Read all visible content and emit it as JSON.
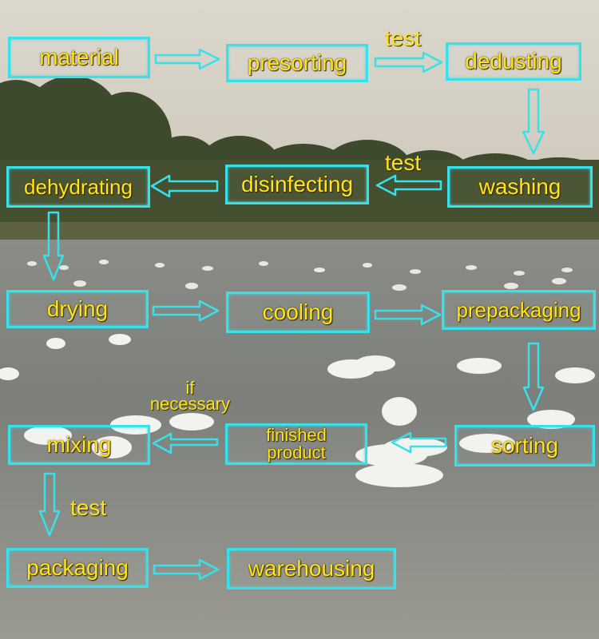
{
  "steps": {
    "material": "material",
    "presorting": "presorting",
    "dedusting": "dedusting",
    "washing": "washing",
    "disinfecting": "disinfecting",
    "dehydrating": "dehydrating",
    "drying": "drying",
    "cooling": "cooling",
    "prepackaging": "prepackaging",
    "sorting": "sorting",
    "finished_product_line1": "finished",
    "finished_product_line2": "product",
    "mixing": "mixing",
    "packaging": "packaging",
    "warehousing": "warehousing"
  },
  "labels": {
    "test_top": "test",
    "test_middle": "test",
    "test_bottom": "test",
    "if_line1": "if",
    "if_line2": "necessary"
  },
  "colors": {
    "box_border": "#38e0ea",
    "text": "#ffe41a",
    "arrow": "#38e0ea"
  },
  "background": "photo of a lake with white ducks and trees"
}
